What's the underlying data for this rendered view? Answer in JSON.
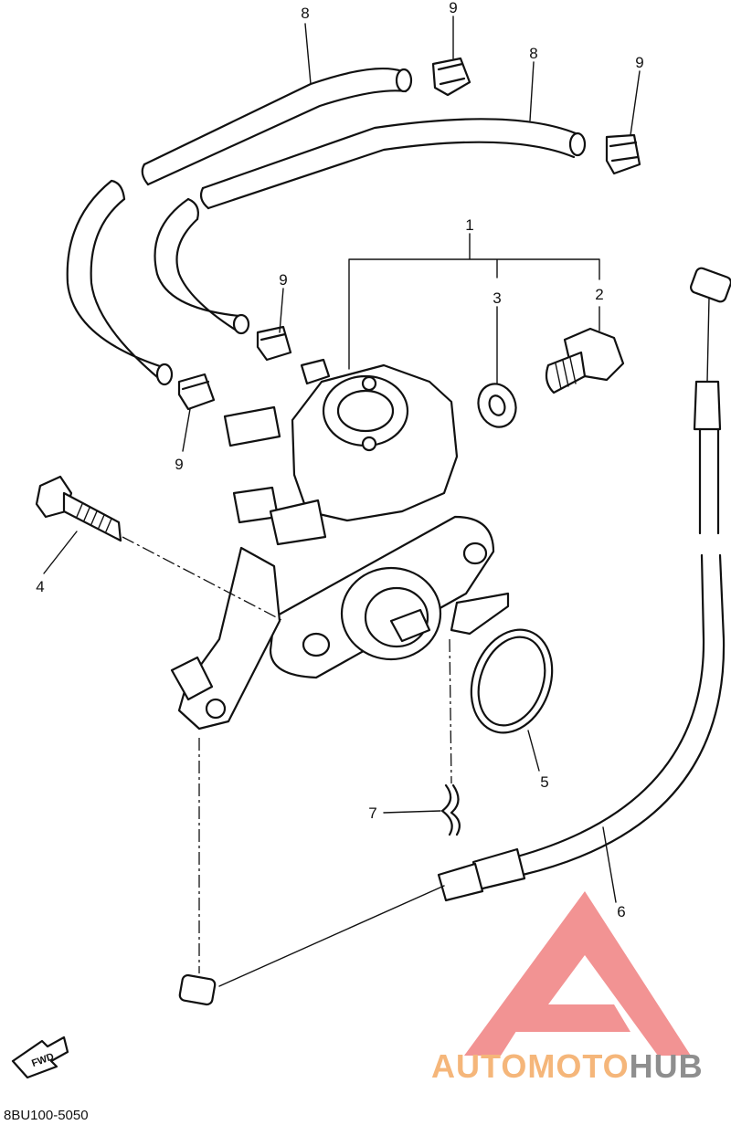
{
  "diagram": {
    "callouts": [
      {
        "id": "c8a",
        "text": "8"
      },
      {
        "id": "c9a",
        "text": "9"
      },
      {
        "id": "c8b",
        "text": "8"
      },
      {
        "id": "c9b",
        "text": "9"
      },
      {
        "id": "c1",
        "text": "1"
      },
      {
        "id": "c3",
        "text": "3"
      },
      {
        "id": "c2",
        "text": "2"
      },
      {
        "id": "c9c",
        "text": "9"
      },
      {
        "id": "c9d",
        "text": "9"
      },
      {
        "id": "c4",
        "text": "4"
      },
      {
        "id": "c5",
        "text": "5"
      },
      {
        "id": "c7",
        "text": "7"
      },
      {
        "id": "c6",
        "text": "6"
      }
    ],
    "drawing_code": "8BU100-5050",
    "fwd_label": "FWD"
  },
  "watermark": {
    "brand_part1": "AUTOMOTO",
    "brand_part2": "HUB",
    "color_red": "#f08080",
    "color_orange": "#f5b67a",
    "color_gray": "#8e8e8e"
  }
}
